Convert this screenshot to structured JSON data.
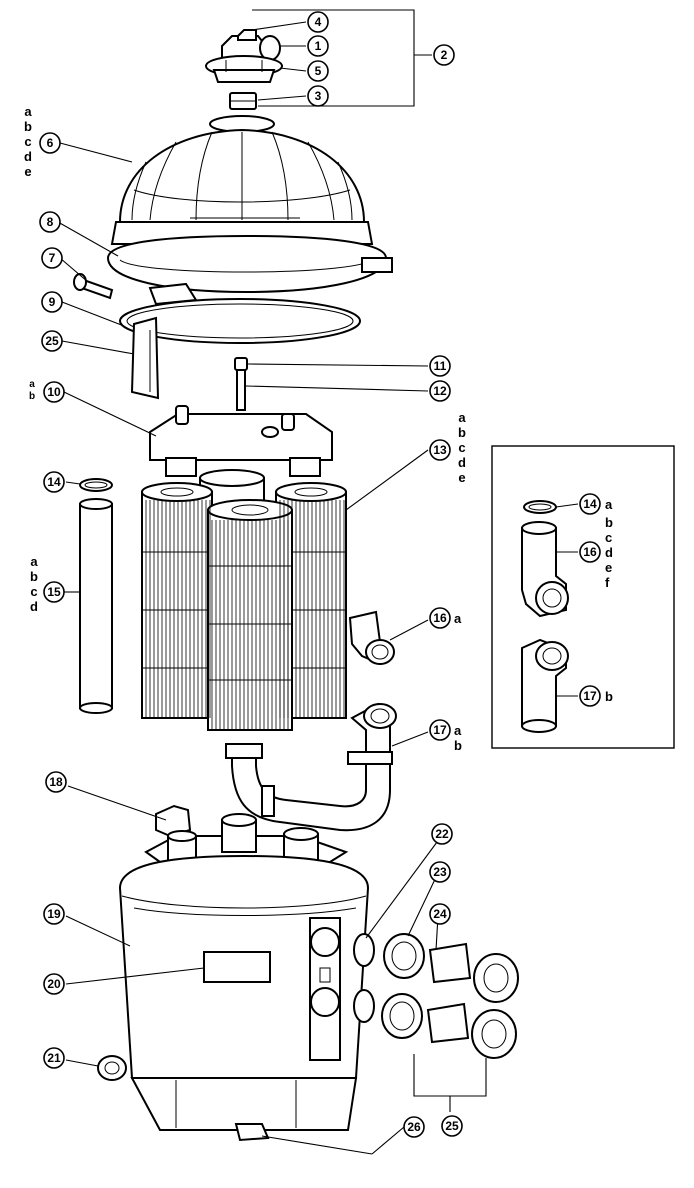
{
  "labels": {
    "n1": "1",
    "n2": "2",
    "n3": "3",
    "n4": "4",
    "n5": "5",
    "n6": "6",
    "n7": "7",
    "n8": "8",
    "n9": "9",
    "n10": "10",
    "n11": "11",
    "n12": "12",
    "n13": "13",
    "n14": "14",
    "n15": "15",
    "n16": "16",
    "n17": "17",
    "n18": "18",
    "n19": "19",
    "n20": "20",
    "n21": "21",
    "n22": "22",
    "n23": "23",
    "n24": "24",
    "n25": "25",
    "n26": "26",
    "i14": "14",
    "i16": "16",
    "i17": "17"
  },
  "suffixes": {
    "v6": [
      "a",
      "b",
      "c",
      "d",
      "e"
    ],
    "v10": [
      "a",
      "b"
    ],
    "v13": [
      "a",
      "b",
      "c",
      "d",
      "e"
    ],
    "v15": [
      "a",
      "b",
      "c",
      "d"
    ],
    "s16": "a",
    "s17": [
      "a",
      "b"
    ],
    "i14": "a",
    "i16": [
      "b",
      "c",
      "d",
      "e",
      "f"
    ],
    "i17": "b"
  }
}
